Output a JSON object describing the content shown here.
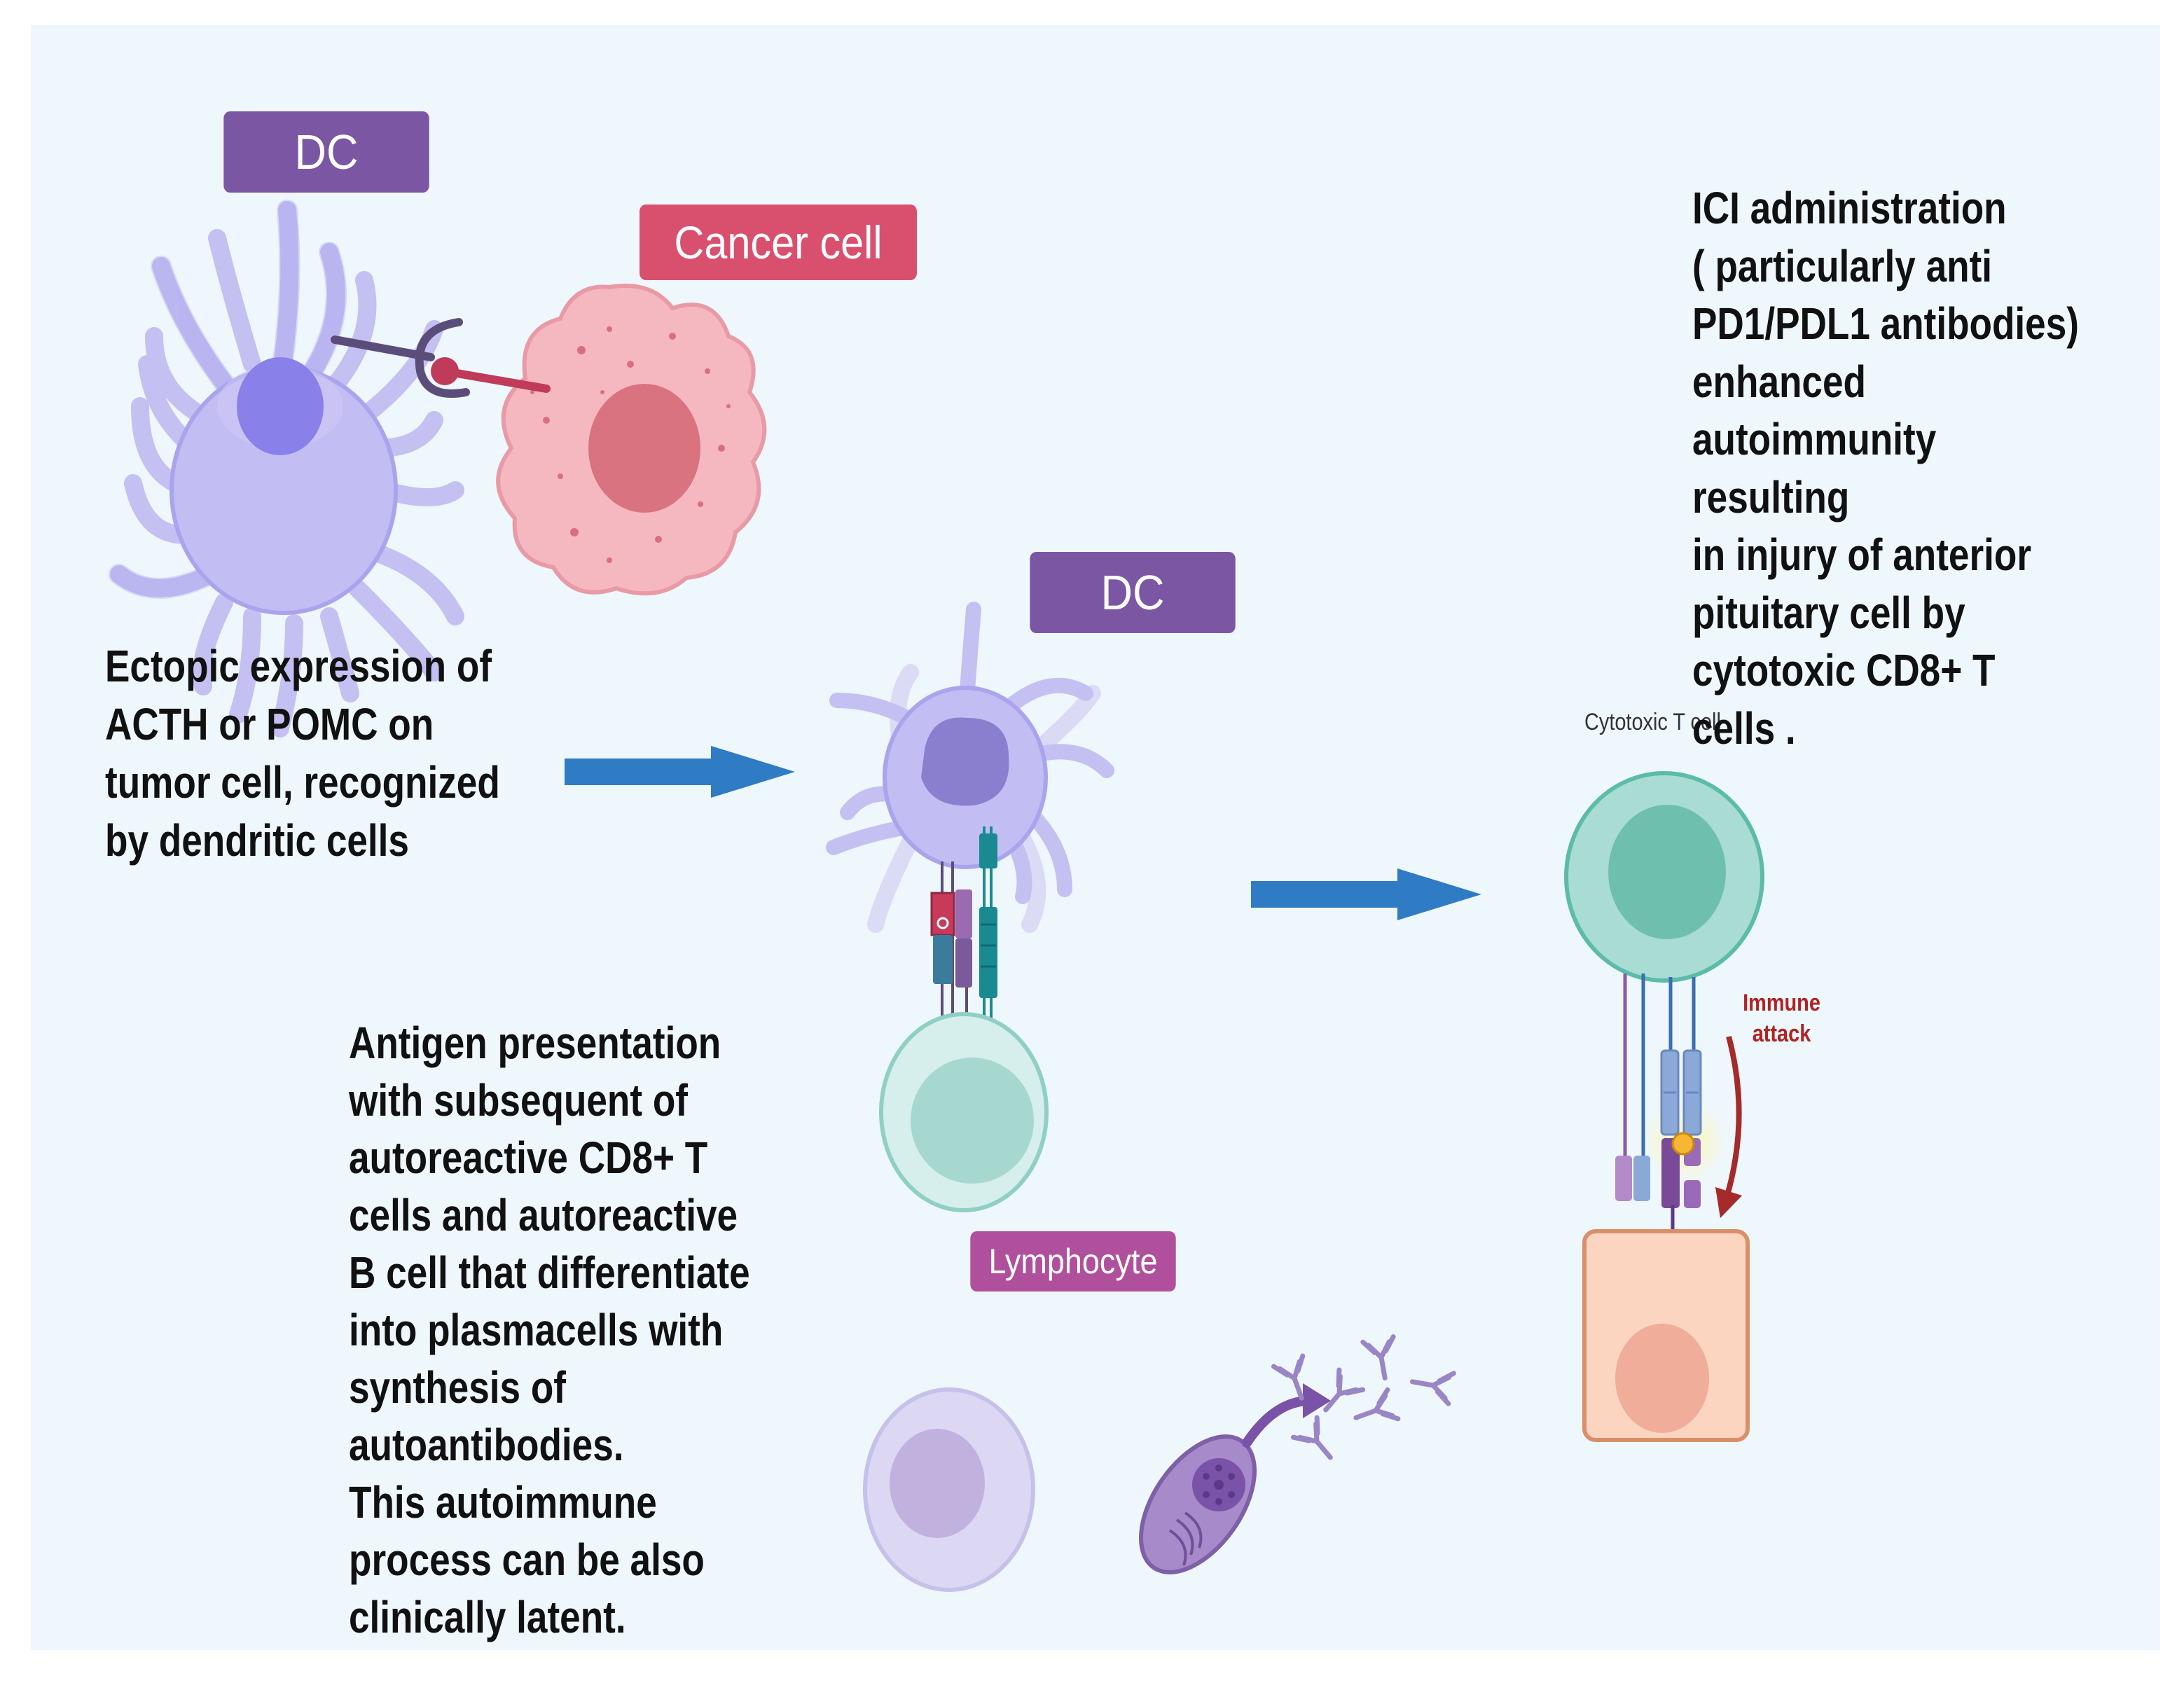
{
  "labels": {
    "dc_top": "DC",
    "cancer_cell": "Cancer cell",
    "dc_middle": "DC",
    "lymphocyte": "Lymphocyte",
    "cytotoxic_t_cell": "Cytotoxic T cell",
    "immune_attack": "Immune\nattack"
  },
  "texts": {
    "ectopic": "Ectopic expression of\nACTH or POMC on\ntumor cell, recognized\nby dendritic cells",
    "antigen": "Antigen presentation\nwith subsequent  of\nautoreactive CD8+ T\ncells and  autoreactive\nB cell that differentiate\ninto plasmacells with\nsynthesis of\nautoantibodies.\nThis autoimmune\nprocess can be also\nclinically latent.",
    "ici": "ICI administration\n( particularly anti\nPD1/PDL1 antibodies)\nenhanced\nautoimmunity resulting\nin injury  of anterior\npituitary cell by\ncytotoxic CD8+ T\ncells ."
  },
  "colors": {
    "background": "#eef7fc",
    "dc_label": "#7b57a3",
    "cancer_label": "#d9506f",
    "lymphocyte_label": "#b0509c",
    "arrow": "#2f7bc4",
    "attack": "#a52a2a"
  }
}
